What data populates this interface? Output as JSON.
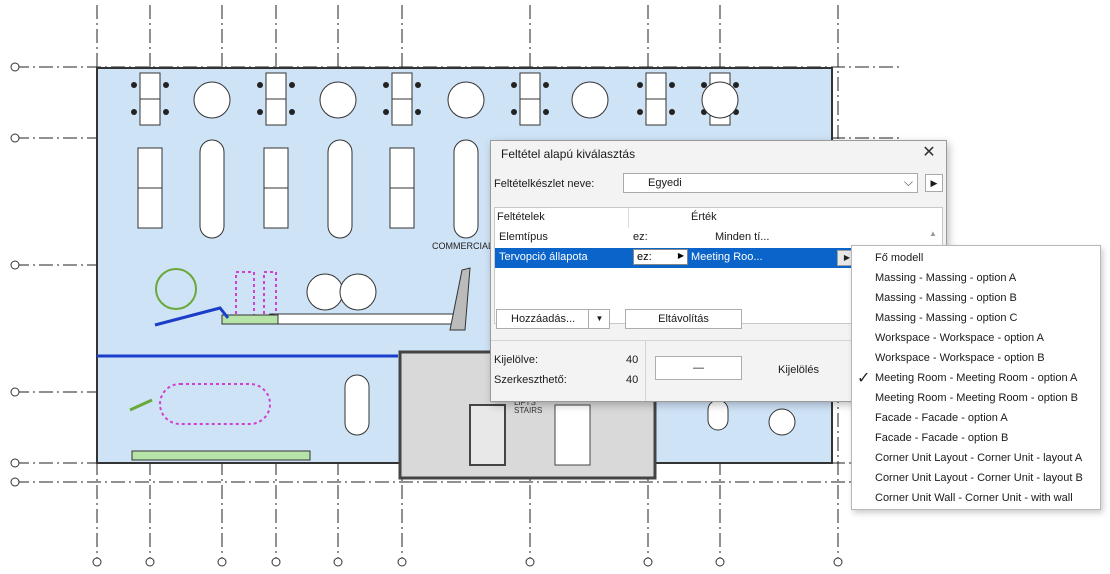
{
  "plan": {
    "label_commercial": "COMMERCIAL",
    "label_lifts": "LIFTS",
    "label_stairs": "STAIRS"
  },
  "dialog": {
    "title": "Feltétel alapú kiválasztás",
    "close": "✕",
    "ruleset_label": "Feltételkészlet neve:",
    "ruleset_value": "Egyedi",
    "ruleset_btn": "▶",
    "grid": {
      "col_conditions": "Feltételek",
      "col_value": "Érték",
      "rows": [
        {
          "name": "Elemtípus",
          "op": "ez:",
          "value": "Minden tí..."
        },
        {
          "name": "Tervopció állapota",
          "op": "ez:",
          "value": "Meeting Roo..."
        }
      ],
      "row_btn": "▶"
    },
    "add_label": "Hozzáadás...",
    "add_arrow": "▼",
    "remove_label": "Eltávolítás",
    "selected_label": "Kijelölve:",
    "selected_count": "40",
    "editable_label": "Szerkeszthető:",
    "editable_count": "40",
    "minus_label": "—",
    "select_label": "Kijelölés"
  },
  "dropdown": {
    "checkmark": "✓",
    "checked_index": 7,
    "options": [
      "Fő modell",
      "Massing - Massing - option A",
      "Massing - Massing - option B",
      "Massing - Massing - option C",
      "Workspace - Workspace - option A",
      "Workspace - Workspace - option B",
      "Meeting Room - Meeting Room - option A",
      "Meeting Room - Meeting Room - option B",
      "Facade - Facade - option A",
      "Facade - Facade - option B",
      "Corner Unit Layout - Corner Unit - layout A",
      "Corner Unit Layout - Corner Unit - layout B",
      "Corner Unit Wall - Corner Unit - with wall"
    ]
  },
  "colors": {
    "floor": "#cfe3f7",
    "selection": "#0a64c9",
    "green_highlight": "#b6e3a8",
    "magenta": "#d040d0",
    "grid_line": "#222222"
  }
}
